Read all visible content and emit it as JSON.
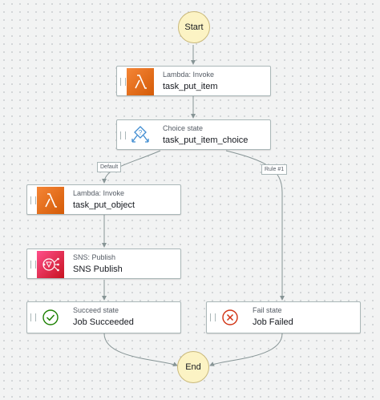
{
  "workflow": {
    "start_label": "Start",
    "end_label": "End",
    "states": [
      {
        "key": "put_item",
        "type": "Lambda: Invoke",
        "name": "task_put_item",
        "icon": "lambda-icon"
      },
      {
        "key": "choice",
        "type": "Choice state",
        "name": "task_put_item_choice",
        "icon": "choice-icon"
      },
      {
        "key": "put_object",
        "type": "Lambda: Invoke",
        "name": "task_put_object",
        "icon": "lambda-icon"
      },
      {
        "key": "sns",
        "type": "SNS: Publish",
        "name": "SNS Publish",
        "icon": "sns-icon"
      },
      {
        "key": "succeed",
        "type": "Succeed state",
        "name": "Job Succeeded",
        "icon": "check-circle-icon"
      },
      {
        "key": "fail",
        "type": "Fail state",
        "name": "Job Failed",
        "icon": "x-circle-icon"
      }
    ],
    "edge_labels": {
      "default": "Default",
      "rule1": "Rule #1"
    }
  },
  "colors": {
    "lambda": "#f58536",
    "sns": "#e7157b",
    "choice": "#3f8cd1",
    "succeed": "#1d8102",
    "fail": "#d13212",
    "start_end_fill": "#fcf3c4",
    "edge": "#879596"
  }
}
